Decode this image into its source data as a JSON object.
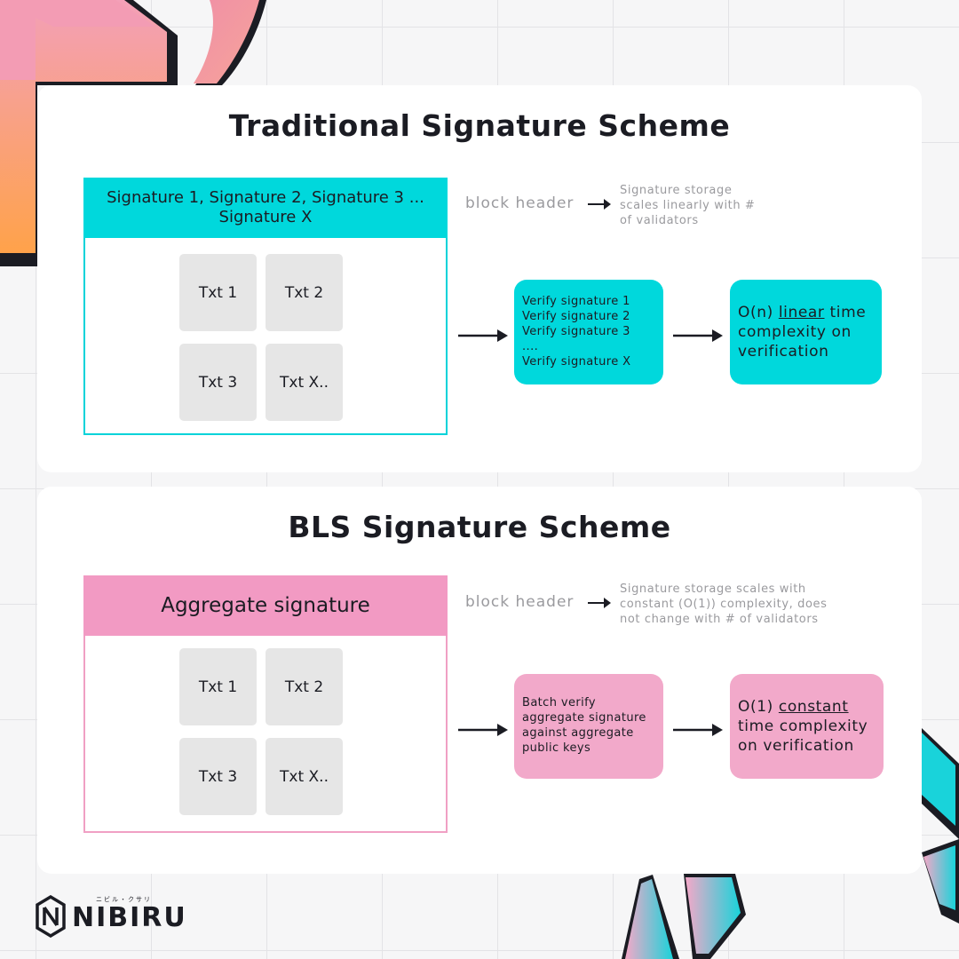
{
  "top": {
    "title": "Traditional Signature Scheme",
    "header_text": "Signature 1, Signature 2, Signature 3 ... Signature X",
    "txns": [
      "Txt 1",
      "Txt 2",
      "Txt 3",
      "Txt X.."
    ],
    "block_header_label": "block header",
    "note": "Signature storage scales linearly with # of validators",
    "verify_lines": [
      "Verify signature 1",
      "Verify signature 2",
      "Verify signature 3",
      "....",
      "Verify signature X"
    ],
    "result": {
      "pre": "O(n) ",
      "emph": "linear",
      "post": " time complexity on verification"
    }
  },
  "bottom": {
    "title": "BLS Signature Scheme",
    "header_text": "Aggregate signature",
    "txns": [
      "Txt 1",
      "Txt 2",
      "Txt 3",
      "Txt X.."
    ],
    "block_header_label": "block header",
    "note": "Signature storage scales with constant (O(1)) complexity, does not change with # of validators",
    "verify_text": "Batch verify aggregate signature against aggregate public keys",
    "result": {
      "pre": "O(1) ",
      "emph": "constant",
      "post": " time complexity on verification"
    }
  },
  "brand": {
    "name": "NIBIRU",
    "katakana": "ニビル・クサリ"
  },
  "colors": {
    "cyan": "#00d8dc",
    "pink": "#f29ac3",
    "dark": "#1b1c23",
    "gray_text": "#9a9a9e"
  }
}
